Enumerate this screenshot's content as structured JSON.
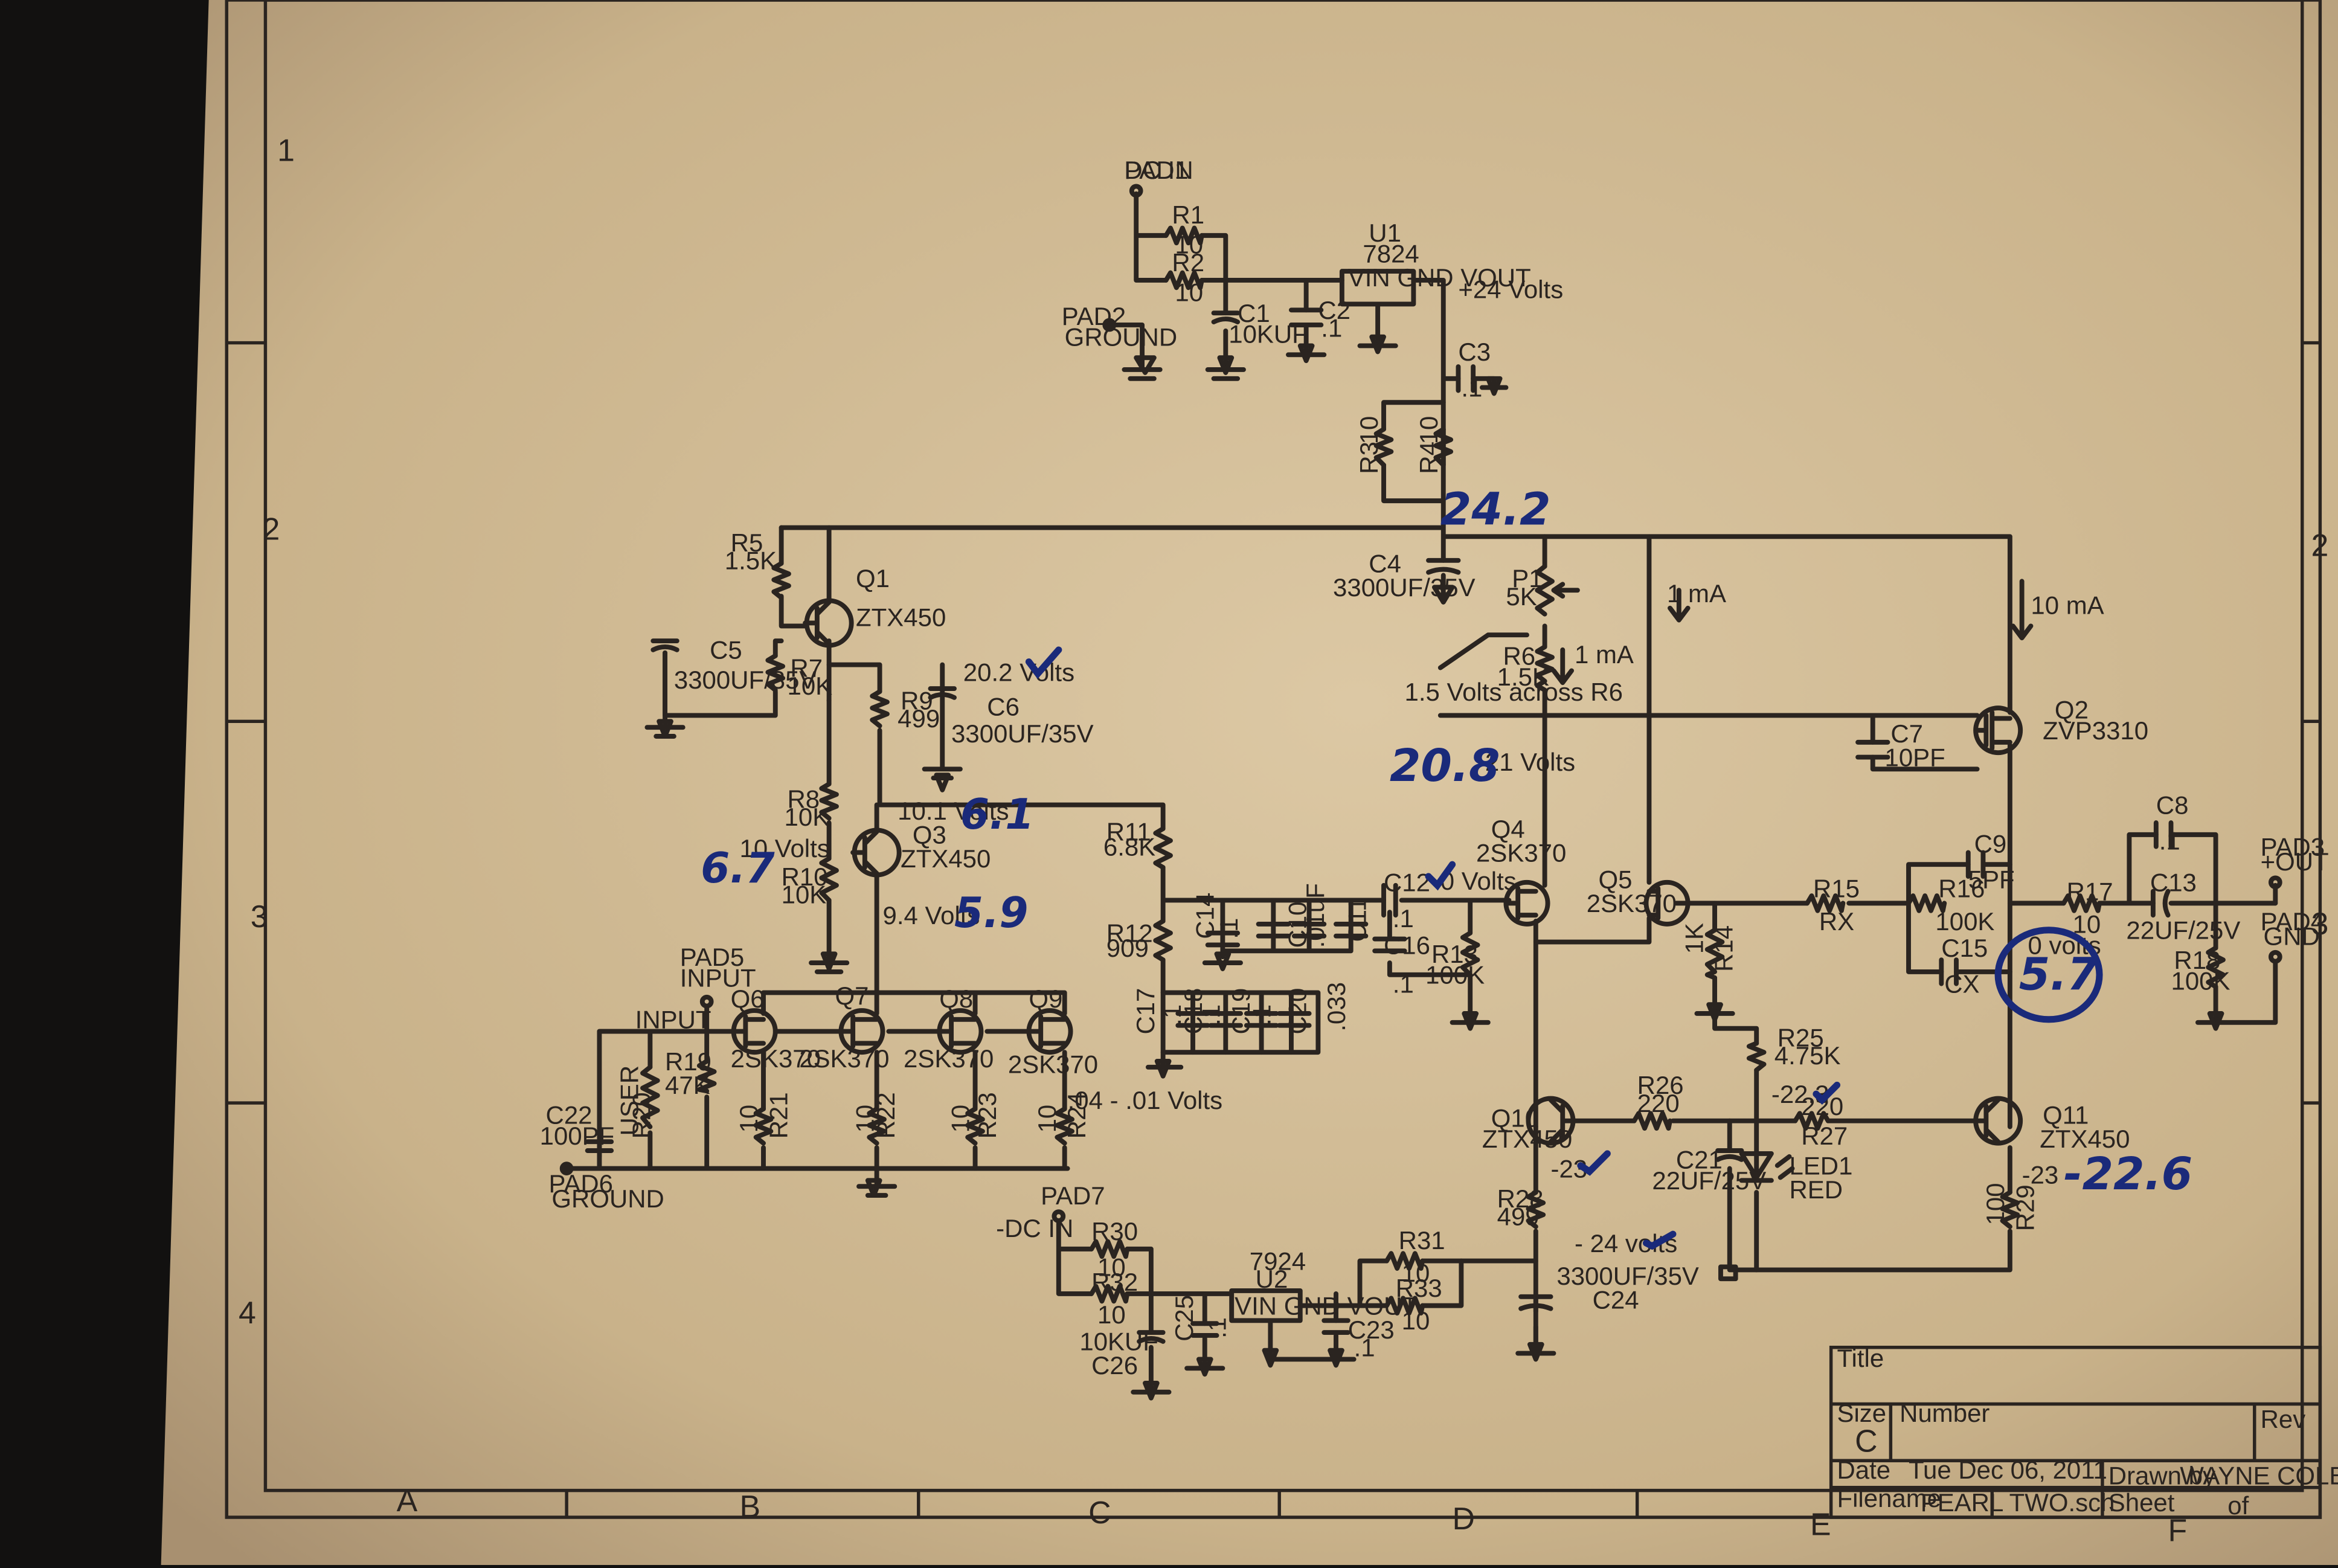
{
  "colors": {
    "paper": "#cdb894",
    "paper_light": "#dcc8a4",
    "ink": "#2a2420",
    "pen": "#1a2a7a",
    "background": "#121110"
  },
  "zone_letters": [
    "A",
    "B",
    "C",
    "D",
    "E",
    "F"
  ],
  "zone_numbers": [
    "1",
    "2",
    "3",
    "4"
  ],
  "title_block": {
    "title_label": "Title",
    "size_label": "Size",
    "size_value": "C",
    "number_label": "Number",
    "rev_label": "Rev",
    "date_label": "Date",
    "date_value": "Tue Dec 06, 2011",
    "filename_label": "Filename",
    "filename_value": "PEARL TWO.sch",
    "drawn_label": "Drawn by",
    "drawn_value": "WAYNE COLBURN",
    "sheet_label": "Sheet",
    "of_label": "of"
  },
  "components": [
    {
      "ref": "PAD1",
      "value": "DC IN"
    },
    {
      "ref": "PAD2",
      "value": "GROUND"
    },
    {
      "ref": "R1",
      "value": "10"
    },
    {
      "ref": "R2",
      "value": "10"
    },
    {
      "ref": "C1",
      "value": "10KUF"
    },
    {
      "ref": "C2",
      "value": ".1"
    },
    {
      "ref": "U1",
      "value": "7824"
    },
    {
      "ref": "U1.pins",
      "value": "VIN GND VOUT"
    },
    {
      "ref": "+24 Volts",
      "value": ""
    },
    {
      "ref": "C3",
      "value": ".1"
    },
    {
      "ref": "R3",
      "value": "10"
    },
    {
      "ref": "R4",
      "value": "10"
    },
    {
      "ref": "R5",
      "value": "1.5K"
    },
    {
      "ref": "Q1",
      "value": "ZTX450"
    },
    {
      "ref": "C5",
      "value": "3300UF/35V"
    },
    {
      "ref": "R7",
      "value": "10K"
    },
    {
      "ref": "C4",
      "value": "3300UF/35V"
    },
    {
      "ref": "P1",
      "value": "5K"
    },
    {
      "ref": "R6",
      "value": "1.5K"
    },
    {
      "ref": "R9",
      "value": "499"
    },
    {
      "ref": "C6",
      "value": "3300UF/35V"
    },
    {
      "ref": "R8",
      "value": "10K"
    },
    {
      "ref": "Q3",
      "value": "ZTX450"
    },
    {
      "ref": "R10",
      "value": "10K"
    },
    {
      "ref": "R11",
      "value": "6.8K"
    },
    {
      "ref": "R12",
      "value": "909"
    },
    {
      "ref": "C14",
      "value": ".1"
    },
    {
      "ref": "C10",
      "value": ".01uF"
    },
    {
      "ref": "C11",
      "value": ".01uF"
    },
    {
      "ref": "C17",
      "value": ".1"
    },
    {
      "ref": "C18",
      "value": ".1"
    },
    {
      "ref": "C19",
      "value": ".1"
    },
    {
      "ref": "C20",
      "value": ".033"
    },
    {
      "ref": "C12",
      "value": ".1"
    },
    {
      "ref": "C16",
      "value": ".1"
    },
    {
      "ref": "R13",
      "value": "100K"
    },
    {
      "ref": "Q4",
      "value": "2SK370"
    },
    {
      "ref": "Q5",
      "value": "2SK370"
    },
    {
      "ref": "Q2",
      "value": "ZVP3310"
    },
    {
      "ref": "C7",
      "value": "10PF"
    },
    {
      "ref": "R15",
      "value": "RX"
    },
    {
      "ref": "R14",
      "value": "1K"
    },
    {
      "ref": "C9",
      "value": "5PF"
    },
    {
      "ref": "R16",
      "value": "100K"
    },
    {
      "ref": "C15",
      "value": "CX"
    },
    {
      "ref": "R17",
      "value": "10"
    },
    {
      "ref": "C8",
      "value": ".1"
    },
    {
      "ref": "C13",
      "value": "22UF/25V"
    },
    {
      "ref": "R18",
      "value": "100K"
    },
    {
      "ref": "PAD3",
      "value": "+OUT"
    },
    {
      "ref": "PAD4",
      "value": "GND"
    },
    {
      "ref": "PAD5",
      "value": "INPUT"
    },
    {
      "ref": "PAD6",
      "value": "GROUND"
    },
    {
      "ref": "R19",
      "value": "47K"
    },
    {
      "ref": "R20",
      "value": "USER"
    },
    {
      "ref": "C22",
      "value": "100PF"
    },
    {
      "ref": "Q6",
      "value": "2SK370"
    },
    {
      "ref": "Q7",
      "value": "2SK370"
    },
    {
      "ref": "Q8",
      "value": "2SK370"
    },
    {
      "ref": "Q9",
      "value": "2SK370"
    },
    {
      "ref": "R21",
      "value": "10"
    },
    {
      "ref": "R22",
      "value": "10"
    },
    {
      "ref": "R23",
      "value": "10"
    },
    {
      "ref": "R24",
      "value": "10"
    },
    {
      "ref": "Q10",
      "value": "ZTX450"
    },
    {
      "ref": "R26",
      "value": "220"
    },
    {
      "ref": "R25",
      "value": "4.75K"
    },
    {
      "ref": "R27",
      "value": "220"
    },
    {
      "ref": "Q11",
      "value": "ZTX450"
    },
    {
      "ref": "C21",
      "value": "22UF/25V"
    },
    {
      "ref": "LED1",
      "value": "RED"
    },
    {
      "ref": "R28",
      "value": "499"
    },
    {
      "ref": "R29",
      "value": "100"
    },
    {
      "ref": "C24",
      "value": "3300UF/35V"
    },
    {
      "ref": "PAD7",
      "value": "-DC IN"
    },
    {
      "ref": "R30",
      "value": "10"
    },
    {
      "ref": "R32",
      "value": "10"
    },
    {
      "ref": "C26",
      "value": "10KUF"
    },
    {
      "ref": "C25",
      "value": ".1"
    },
    {
      "ref": "U2",
      "value": "7924"
    },
    {
      "ref": "U2.pins",
      "value": "VIN GND VOUT"
    },
    {
      "ref": "C23",
      "value": ".1"
    },
    {
      "ref": "R31",
      "value": "10"
    },
    {
      "ref": "R33",
      "value": "10"
    }
  ],
  "annotations": {
    "i1": "1 mA",
    "i2": "1 mA",
    "i3": "10 mA",
    "r6_note": "1.5 Volts across R6",
    "v_q1": "20.2 Volts",
    "v_21": "21 Volts",
    "v_101": "10.1 Volts",
    "v_10": "10 Volts",
    "v_94": "9.4 Volts",
    "v_0a": "0 Volts",
    "v_0b": "0 volts",
    "v_04": ".04 - .01 Volts",
    "v_m23a": "-23",
    "v_m223": "-22.3",
    "v_m23b": "-23",
    "v_m24": "- 24 volts",
    "input_net": "INPUT"
  },
  "handwritten": {
    "h_242": "24.2",
    "h_208": "20.8",
    "h_61": "6.1",
    "h_67": "6.7",
    "h_59": "5.9",
    "h_57": "5.7",
    "h_226": "-22.6"
  }
}
